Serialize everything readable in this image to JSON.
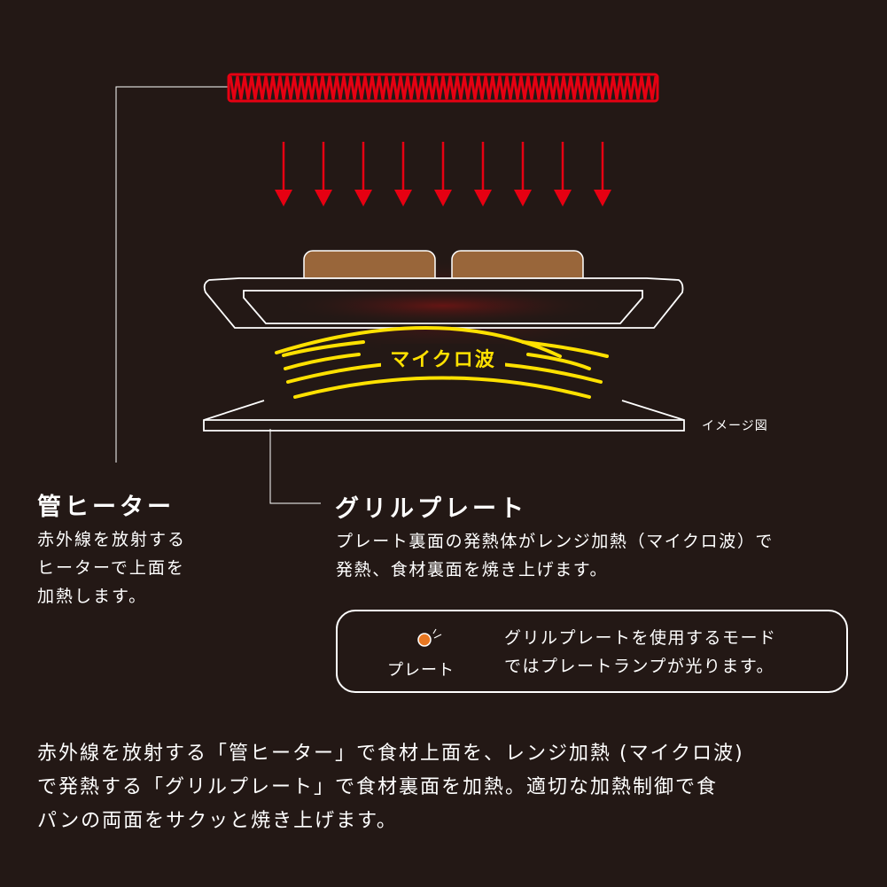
{
  "colors": {
    "background": "#231815",
    "heater": "#e60012",
    "microwave": "#ffe100",
    "bread": "#99663a",
    "lamp": "#e87722"
  },
  "illustration": {
    "microwave_label": "マイクロ波",
    "image_note": "イメージ図"
  },
  "heater": {
    "title": "管ヒーター",
    "description": [
      "赤外線を放射する",
      "ヒーターで上面を",
      "加熱します。"
    ]
  },
  "grill_plate": {
    "title": "グリルプレート",
    "description": [
      "プレート裏面の発熱体がレンジ加熱（マイクロ波）で",
      "発熱、食材裏面を焼き上げます。"
    ]
  },
  "lamp_note": {
    "lamp_icon": "lamp-lit-icon",
    "lamp_label": "プレート",
    "text": [
      "グリルプレートを使用するモード",
      "ではプレートランプが光ります。"
    ]
  },
  "footer": {
    "text": [
      "赤外線を放射する「管ヒーター」で食材上面を、レンジ加熱 (マイクロ波)",
      "で発熱する「グリルプレート」で食材裏面を加熱。適切な加熱制御で食",
      "パンの両面をサクッと焼き上げます。"
    ]
  }
}
